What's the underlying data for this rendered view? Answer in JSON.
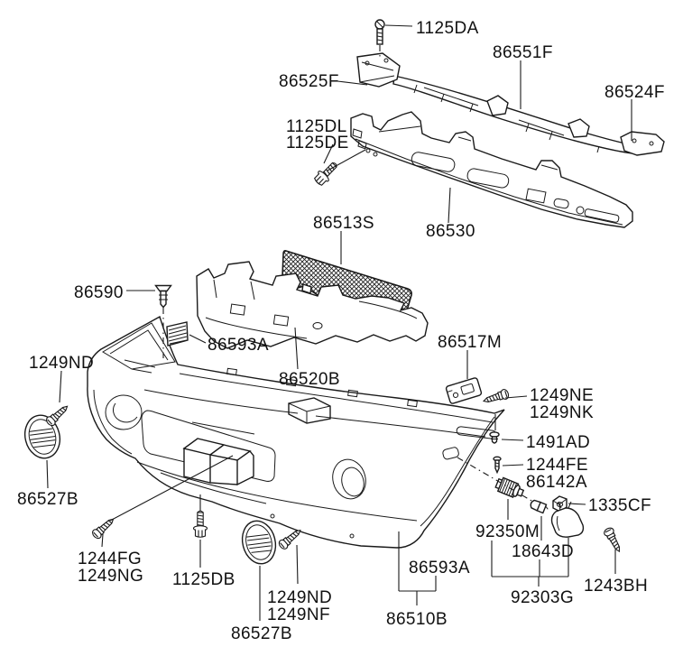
{
  "colors": {
    "line": "#1a1a1a",
    "text": "#111111",
    "background": "#ffffff"
  },
  "labels": {
    "l_1125DA": "1125DA",
    "l_86551F": "86551F",
    "l_86525F": "86525F",
    "l_86524F": "86524F",
    "l_1125DL": "1125DL",
    "l_1125DE": "1125DE",
    "l_86513S": "86513S",
    "l_86530": "86530",
    "l_86590": "86590",
    "l_86593A_upper": "86593A",
    "l_1249ND_left": "1249ND",
    "l_86520B": "86520B",
    "l_86517M": "86517M",
    "l_1249NE": "1249NE",
    "l_1249NK": "1249NK",
    "l_1491AD": "1491AD",
    "l_1244FE": "1244FE",
    "l_86142A": "86142A",
    "l_1335CF": "1335CF",
    "l_86527B_left": "86527B",
    "l_1244FG": "1244FG",
    "l_1249NG": "1249NG",
    "l_1125DB": "1125DB",
    "l_1249ND_bottom": "1249ND",
    "l_1249NF": "1249NF",
    "l_86527B_bottom": "86527B",
    "l_92350M": "92350M",
    "l_18643D": "18643D",
    "l_92303G": "92303G",
    "l_1243BH": "1243BH",
    "l_86593A_bottom": "86593A",
    "l_86510B": "86510B"
  }
}
